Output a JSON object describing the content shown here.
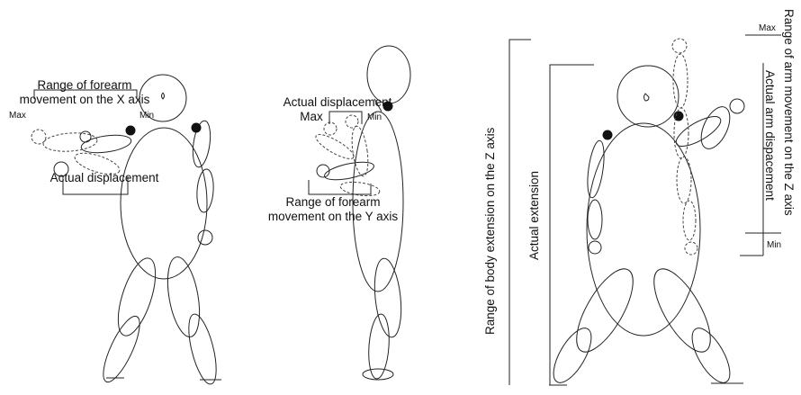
{
  "panel_x": {
    "title_line1": "Range of forearm",
    "title_line2": "movement on the X axis",
    "max": "Max",
    "min": "Min",
    "actual": "Actual displacement"
  },
  "panel_y": {
    "actual": "Actual displacement",
    "max": "Max",
    "min": "Min",
    "range_line1": "Range of forearm",
    "range_line2": "movement on the Y axis"
  },
  "panel_z": {
    "body_range": "Range of body extension on the Z axis",
    "actual_extension": "Actual extension",
    "arm_range": "Range of arm movement on the Z axis",
    "actual_arm": "Actual arm dispacement",
    "max": "Max",
    "min": "Min"
  }
}
